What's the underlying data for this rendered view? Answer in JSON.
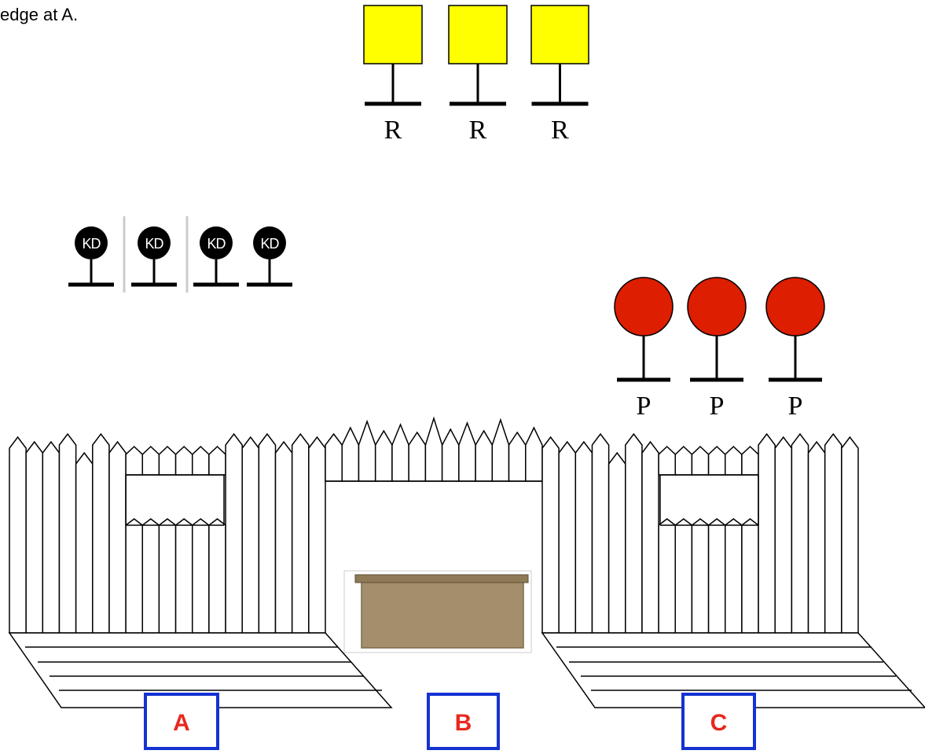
{
  "caption": "edge at A.",
  "colors": {
    "paper_target": "#ffff00",
    "popper": "#dd1e00",
    "kd_target": "#000000",
    "fence_fill": "#ffffff",
    "barricade": "#a58e6b",
    "label_border": "#1432d2",
    "label_text": "#e8281e"
  },
  "paper_targets": {
    "label": "R"
  },
  "poppers": {
    "label": "P"
  },
  "kd_targets": {
    "label": "KD"
  },
  "positions": [
    {
      "label": "A"
    },
    {
      "label": "B"
    },
    {
      "label": "C"
    }
  ]
}
